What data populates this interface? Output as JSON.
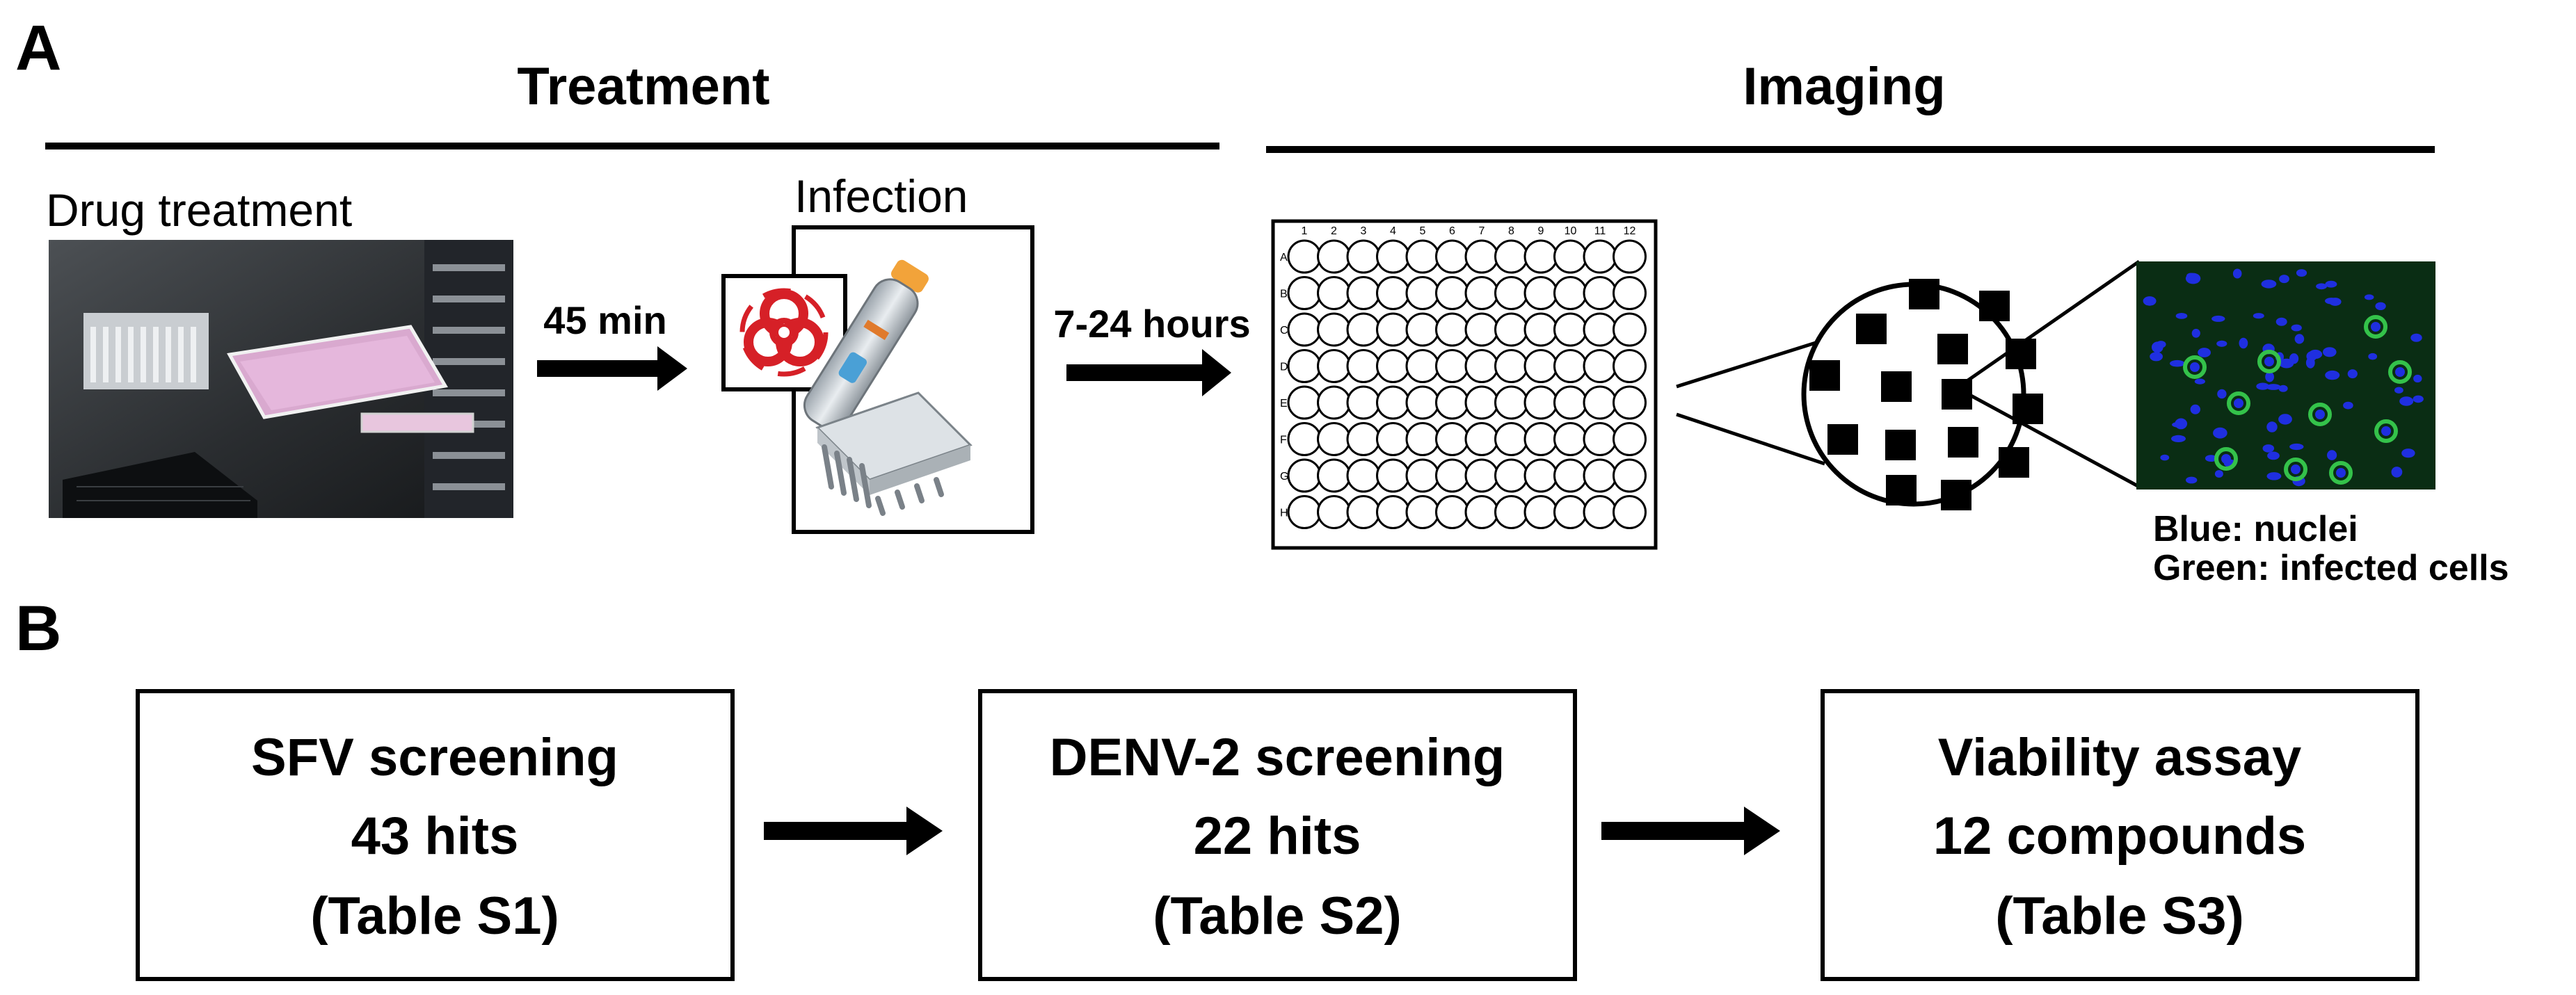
{
  "panel_a": {
    "label": "A",
    "treatment_title": "Treatment",
    "imaging_title": "Imaging",
    "drug_treatment_label": "Drug treatment",
    "time_45": "45 min",
    "infection_label": "Infection",
    "time_7_24": "7-24 hours",
    "plate": {
      "columns": [
        "1",
        "2",
        "3",
        "4",
        "5",
        "6",
        "7",
        "8",
        "9",
        "10",
        "11",
        "12"
      ],
      "rows": [
        "A",
        "B",
        "C",
        "D",
        "E",
        "F",
        "G",
        "H"
      ]
    },
    "legend_blue": "Blue: nuclei",
    "legend_green": "Green: infected cells",
    "colors": {
      "biohazard": "#d62027",
      "nuclei": "#1f2fe0",
      "infected": "#34c24a",
      "micrograph_bg": "#0a2d14"
    }
  },
  "panel_b": {
    "label": "B",
    "boxes": [
      {
        "line1": "SFV screening",
        "line2": "43 hits",
        "line3": "(Table S1)"
      },
      {
        "line1": "DENV-2 screening",
        "line2": "22 hits",
        "line3": "(Table S2)"
      },
      {
        "line1": "Viability assay",
        "line2": "12 compounds",
        "line3": "(Table S3)"
      }
    ]
  }
}
